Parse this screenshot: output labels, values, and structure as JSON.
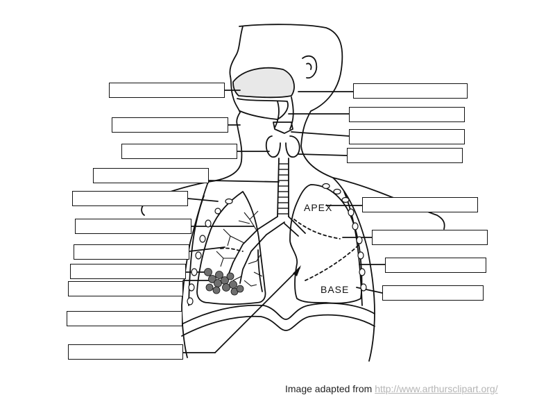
{
  "diagram": {
    "apex_label": "APEX",
    "base_label": "BASE",
    "label_boxes": [
      {
        "side": "left",
        "answer": ""
      },
      {
        "side": "left",
        "answer": ""
      },
      {
        "side": "left",
        "answer": ""
      },
      {
        "side": "left",
        "answer": ""
      },
      {
        "side": "left",
        "answer": ""
      },
      {
        "side": "left",
        "answer": ""
      },
      {
        "side": "left",
        "answer": ""
      },
      {
        "side": "left",
        "answer": ""
      },
      {
        "side": "left",
        "answer": ""
      },
      {
        "side": "left",
        "answer": ""
      },
      {
        "side": "left",
        "answer": ""
      },
      {
        "side": "right",
        "answer": ""
      },
      {
        "side": "right",
        "answer": ""
      },
      {
        "side": "right",
        "answer": ""
      },
      {
        "side": "right",
        "answer": ""
      },
      {
        "side": "right",
        "answer": ""
      },
      {
        "side": "right",
        "answer": ""
      },
      {
        "side": "right",
        "answer": ""
      },
      {
        "side": "right",
        "answer": ""
      }
    ]
  },
  "credit": {
    "prefix": "Image adapted from ",
    "link": "http://www.arthursclipart.org/"
  }
}
